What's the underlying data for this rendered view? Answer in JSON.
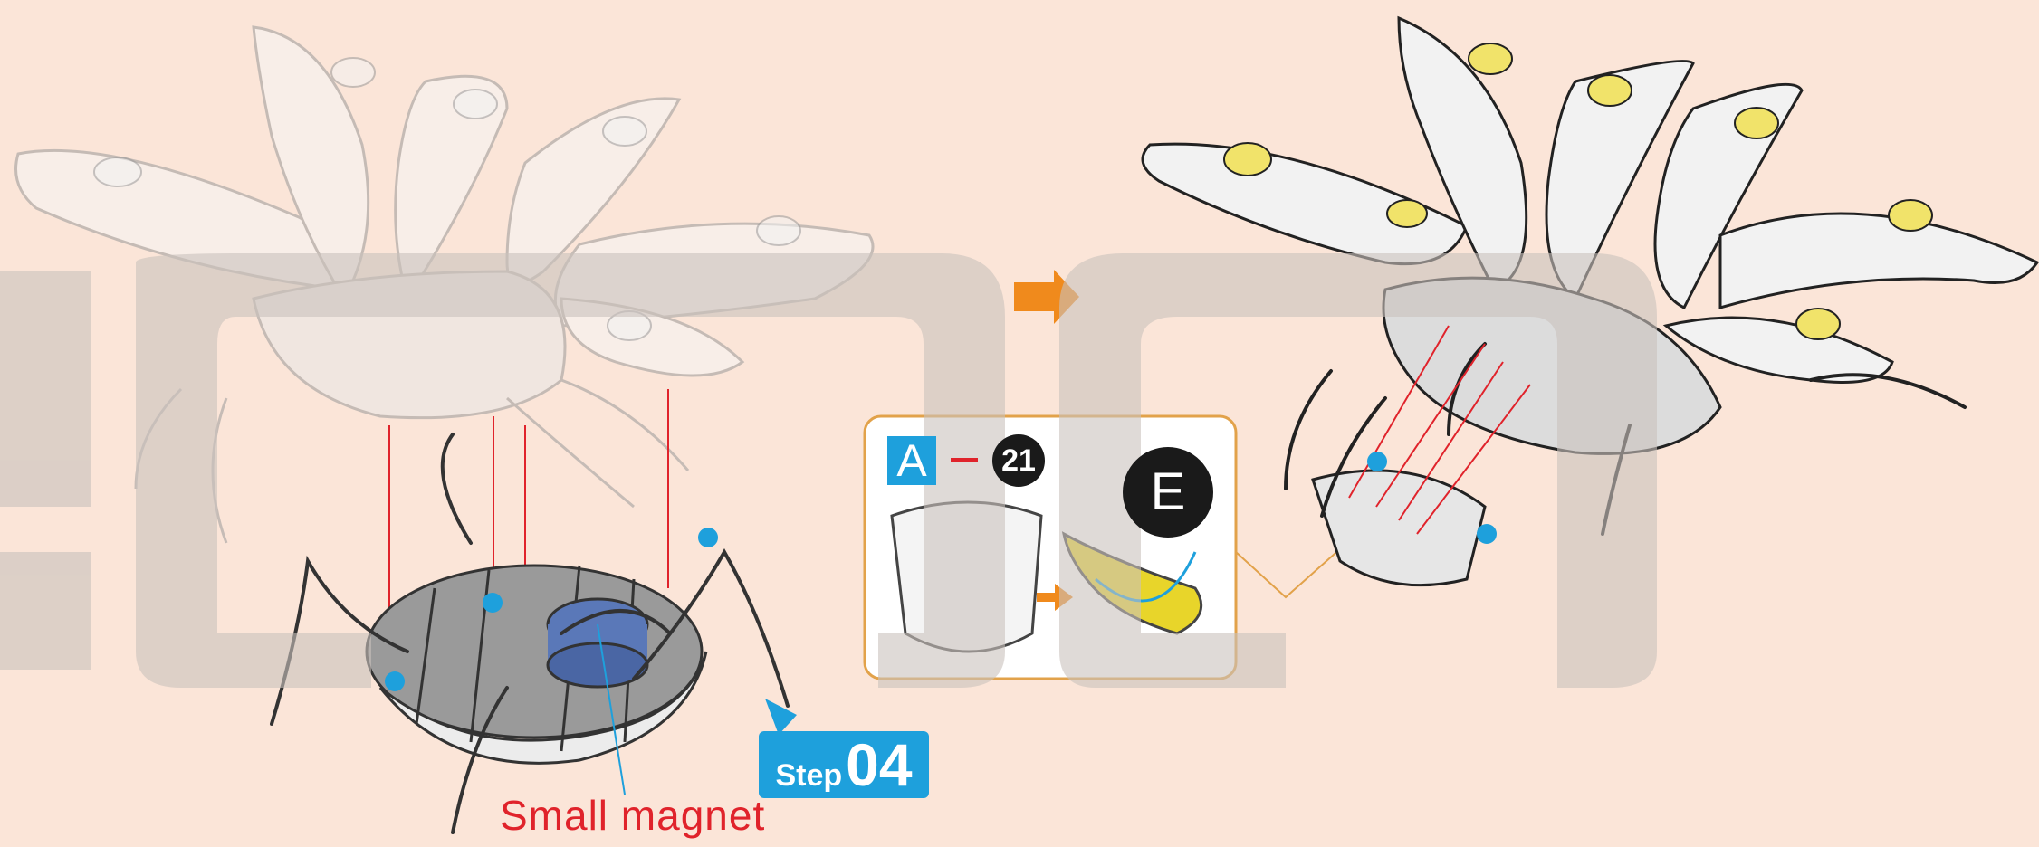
{
  "labels": {
    "magnet": "Small magnet",
    "step_word": "Step",
    "step_number": "04"
  },
  "detail_panel": {
    "sheet_letter": "A",
    "part_number": "21",
    "callout_letter": "E"
  },
  "colors": {
    "background": "#fbe5d8",
    "watermark": "#c9c2bc",
    "accent_blue": "#1ea0dc",
    "arrow_orange": "#f08a1c",
    "guide_red": "#e0232b",
    "part_yellow": "#e8d52a",
    "panel_border": "#e2a24a"
  },
  "icons": [
    "arrow-right-icon",
    "assembly-dot-icon"
  ]
}
